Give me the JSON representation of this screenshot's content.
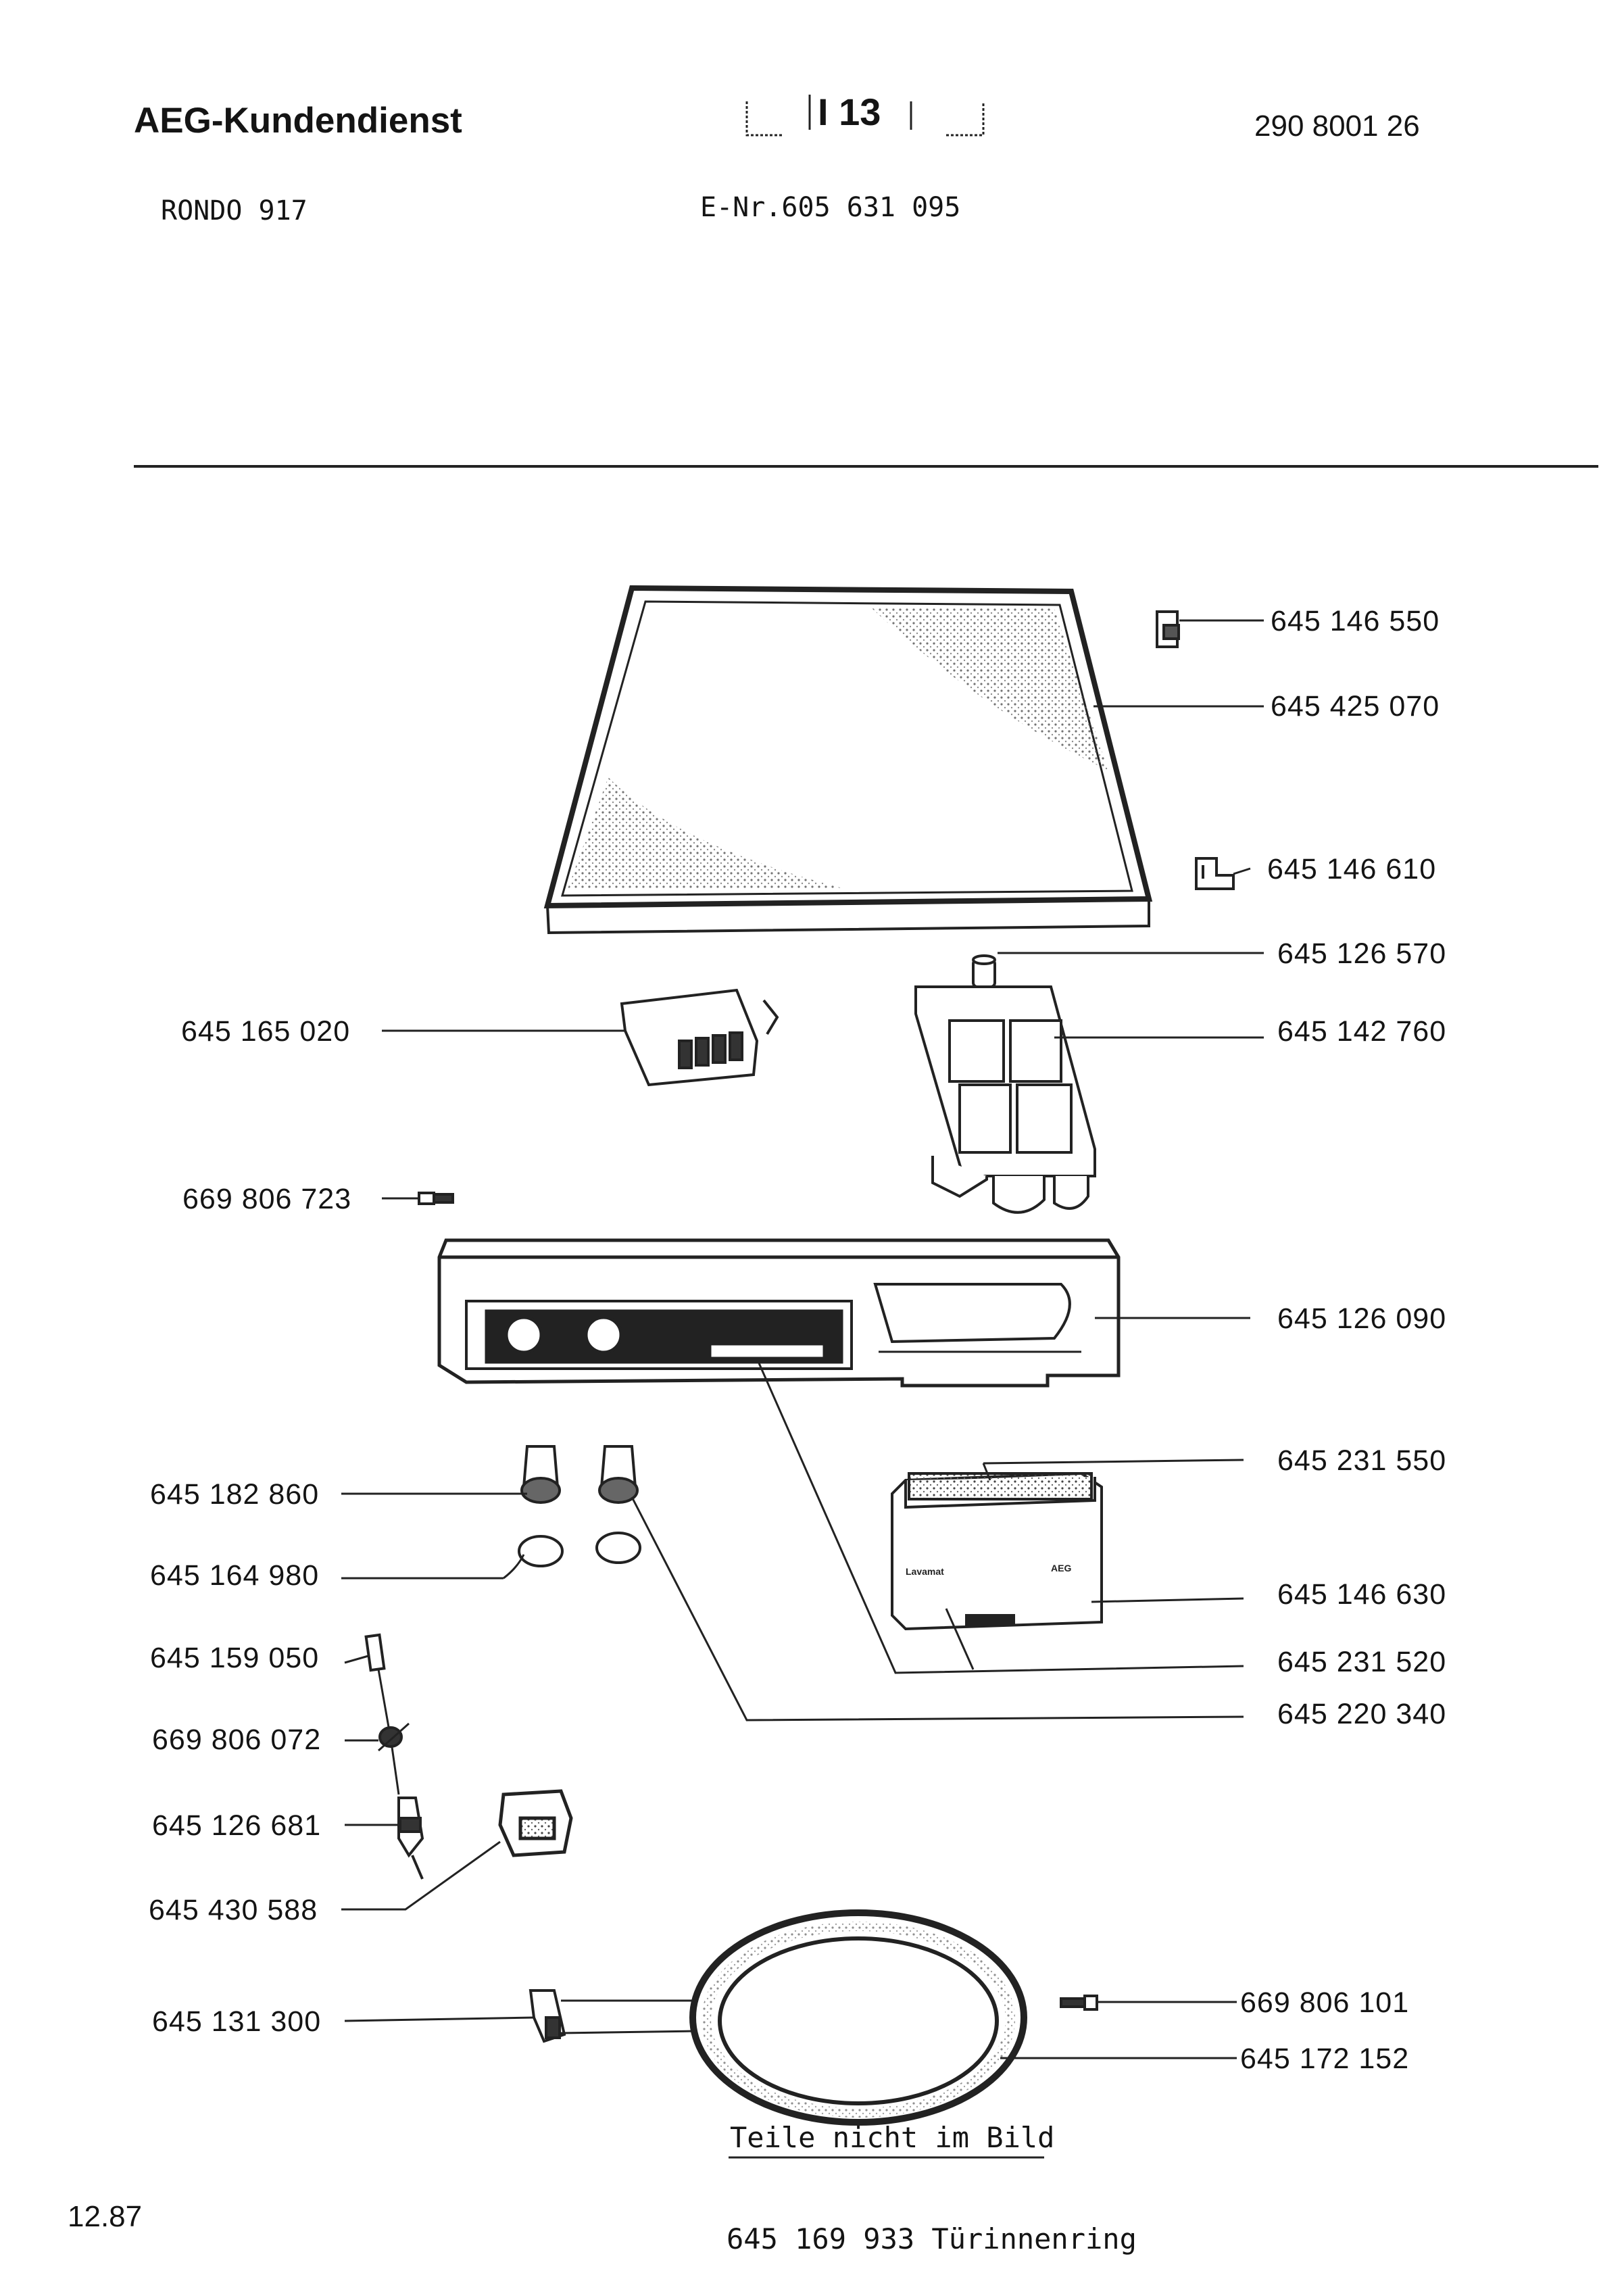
{
  "header": {
    "brand": "AEG-Kundendienst",
    "page_ref": "I 13",
    "doc_number": "290 8001 26",
    "model": "RONDO 917",
    "e_number": "E-Nr.605 631 095"
  },
  "parts": {
    "p645146550": "645 146 550",
    "p645425070": "645 425 070",
    "p645146610": "645 146 610",
    "p645126570": "645 126 570",
    "p645142760": "645 142 760",
    "p645165020": "645 165 020",
    "p669806723": "669 806 723",
    "p645126090": "645 126 090",
    "p645231550": "645 231 550",
    "p645182860": "645 182 860",
    "p645164980": "645 164 980",
    "p645146630": "645 146 630",
    "p645231520": "645 231 520",
    "p645159050": "645 159 050",
    "p645220340": "645 220 340",
    "p669806072": "669 806 072",
    "p645126681": "645 126 681",
    "p645430588": "645 430 588",
    "p645131300": "645 131 300",
    "p669806101": "669 806 101",
    "p645172152": "645 172 152"
  },
  "panel_labels": {
    "lavamat": "Lavamat",
    "aeg": "AEG"
  },
  "footer": {
    "not_shown_heading": "Teile nicht im Bild",
    "not_shown_item": "645 169 933 Türinnenring",
    "date": "12.87"
  }
}
